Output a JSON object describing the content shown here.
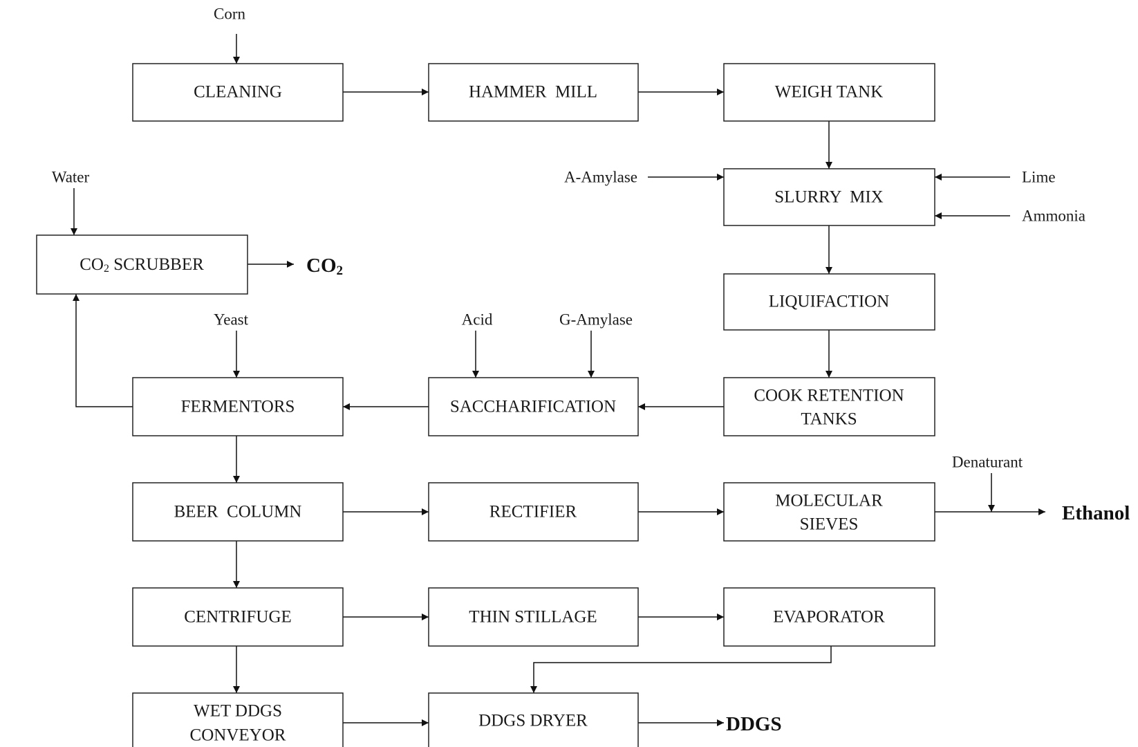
{
  "nodes": {
    "cleaning": "CLEANING",
    "hammer_mill": "HAMMER  MILL",
    "weigh_tank": "WEIGH TANK",
    "slurry_mix": "SLURRY  MIX",
    "co2_scrubber": {
      "pre": "CO",
      "sub": "2",
      "post": " SCRUBBER"
    },
    "liquifaction": "LIQUIFACTION",
    "cook_retention": [
      "COOK RETENTION",
      "TANKS"
    ],
    "saccharification": "SACCHARIFICATION",
    "fermentors": "FERMENTORS",
    "beer_column": "BEER  COLUMN",
    "rectifier": "RECTIFIER",
    "molecular_sieves": [
      "MOLECULAR",
      "SIEVES"
    ],
    "centrifuge": "CENTRIFUGE",
    "thin_stillage": "THIN STILLAGE",
    "evaporator": "EVAPORATOR",
    "wet_ddgs": [
      "WET DDGS",
      "CONVEYOR"
    ],
    "ddgs_dryer": "DDGS DRYER"
  },
  "inputs": {
    "corn": "Corn",
    "water": "Water",
    "a_amylase": "A-Amylase",
    "lime": "Lime",
    "ammonia": "Ammonia",
    "yeast": "Yeast",
    "acid": "Acid",
    "g_amylase": "G-Amylase",
    "denaturant": "Denaturant"
  },
  "outputs": {
    "co2": {
      "pre": "CO",
      "sub": "2"
    },
    "ethanol": "Ethanol",
    "ddgs": "DDGS"
  },
  "colors": {
    "stroke": "#222222",
    "text": "#1a1a1a"
  }
}
